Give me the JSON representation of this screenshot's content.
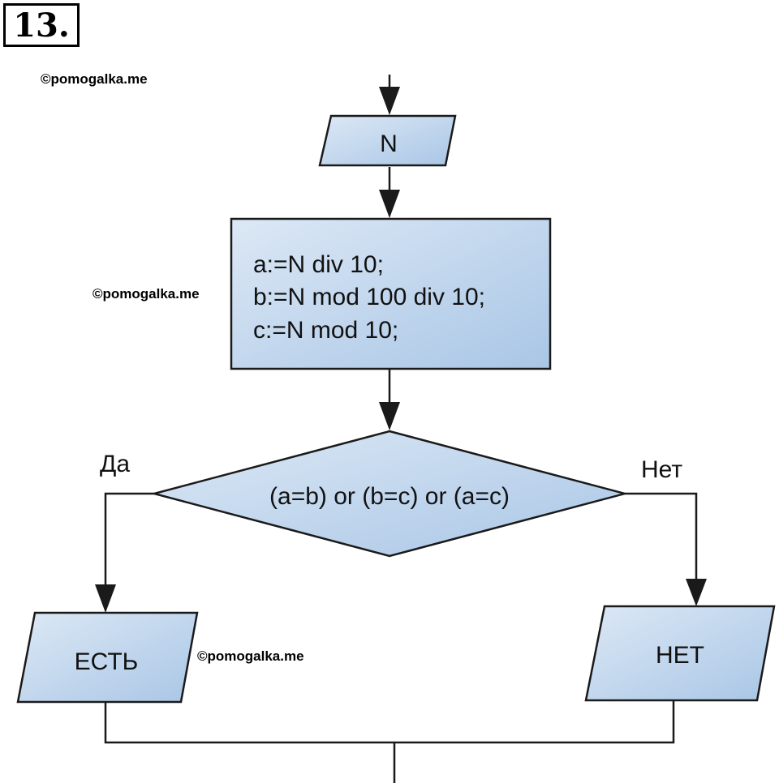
{
  "problem": {
    "number": "13."
  },
  "watermarks": [
    "©pomogalka.me",
    "©pomogalka.me",
    "©pomogalka.me"
  ],
  "flowchart": {
    "input_label": "N",
    "process_lines": [
      "a:=N div 10;",
      "b:=N mod 100 div 10;",
      "c:=N mod 10;"
    ],
    "condition": "(a=b) or (b=c) or (a=c)",
    "yes_label": "Да",
    "no_label": "Нет",
    "yes_output": "ЕСТЬ",
    "no_output": "НЕТ"
  },
  "colors": {
    "shape_fill_start": "#dce8f5",
    "shape_fill_end": "#a9c6e6",
    "stroke": "#1a1a1a"
  }
}
